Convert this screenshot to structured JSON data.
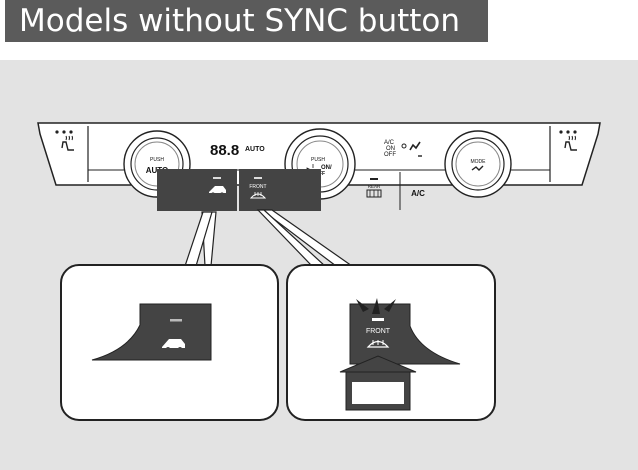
{
  "page": {
    "title": "Models without SYNC button"
  },
  "panel": {
    "temp_display": "88.8",
    "auto_label": "AUTO",
    "left_knob": {
      "top_label": "PUSH",
      "main_label": "AUTO"
    },
    "center_knob": {
      "top_label": "PUSH",
      "on_label": "ON/",
      "off_label": "OFF"
    },
    "right_knob": {
      "top_label": "MODE"
    },
    "ac_indicator": {
      "line1": "A/C",
      "line2": "ON",
      "line3": "OFF"
    },
    "recirc_button": {
      "icon": "recirculation-icon"
    },
    "front_defrost_button": {
      "label": "FRONT",
      "icon": "front-defrost-icon"
    },
    "rear_defrost_button": {
      "label": "REAR",
      "icon": "rear-defrost-icon"
    },
    "ac_button": {
      "label": "A/C"
    },
    "left_seat_heater": {
      "icon": "seat-heater-icon"
    },
    "right_seat_heater": {
      "icon": "seat-heater-icon"
    }
  },
  "callouts": {
    "left": {
      "icon": "recirculation-icon"
    },
    "right": {
      "label": "FRONT",
      "icon": "front-defrost-icon"
    }
  },
  "colors": {
    "title_bg": "#5b5b5b",
    "panel_bg": "#e3e3e3",
    "button_dark": "#444444"
  }
}
